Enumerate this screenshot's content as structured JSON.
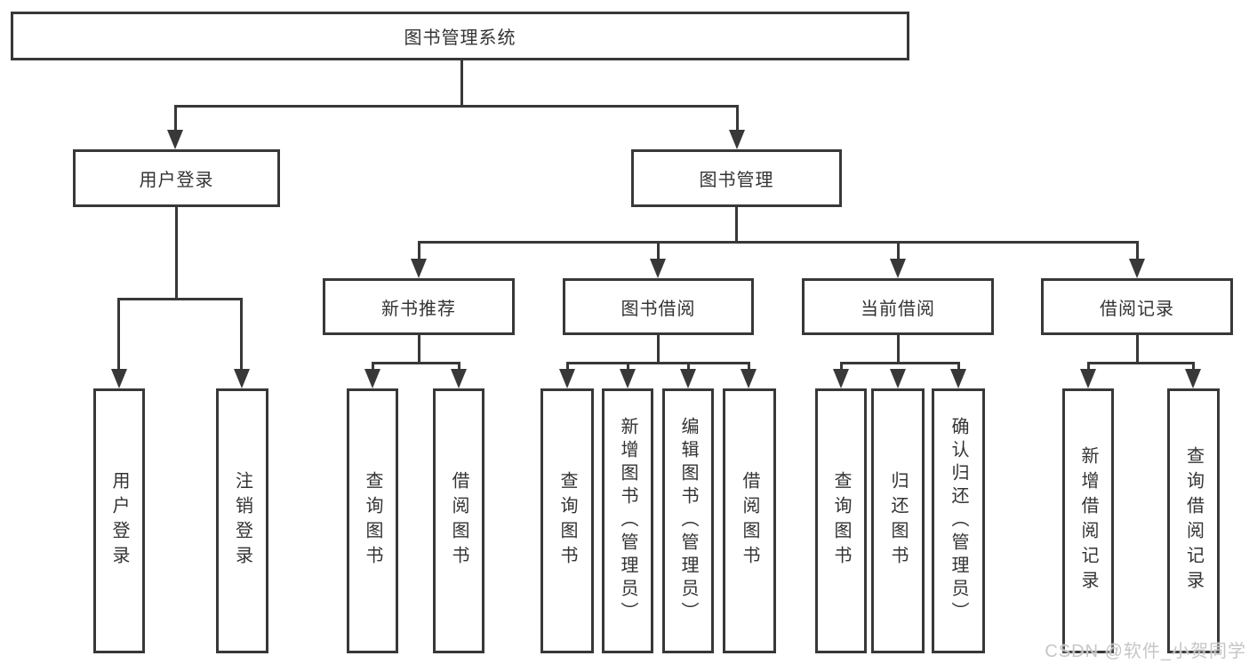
{
  "colors": {
    "line": "#383838",
    "text": "#333333",
    "background": "#ffffff",
    "watermark": "#c6c6c6"
  },
  "watermark": "CSDN @软件_小贺同学",
  "tree": {
    "root": {
      "label": "图书管理系统"
    },
    "children": [
      {
        "label": "用户登录",
        "children": [
          {
            "label": "用户登录"
          },
          {
            "label": "注销登录"
          }
        ]
      },
      {
        "label": "图书管理",
        "children": [
          {
            "label": "新书推荐",
            "children": [
              {
                "label": "查询图书"
              },
              {
                "label": "借阅图书"
              }
            ]
          },
          {
            "label": "图书借阅",
            "children": [
              {
                "label": "查询图书"
              },
              {
                "label": "新增图书（管理员）"
              },
              {
                "label": "编辑图书（管理员）"
              },
              {
                "label": "借阅图书"
              }
            ]
          },
          {
            "label": "当前借阅",
            "children": [
              {
                "label": "查询图书"
              },
              {
                "label": "归还图书"
              },
              {
                "label": "确认归还（管理员）"
              }
            ]
          },
          {
            "label": "借阅记录",
            "children": [
              {
                "label": "新增借阅记录"
              },
              {
                "label": "查询借阅记录"
              }
            ]
          }
        ]
      }
    ]
  }
}
